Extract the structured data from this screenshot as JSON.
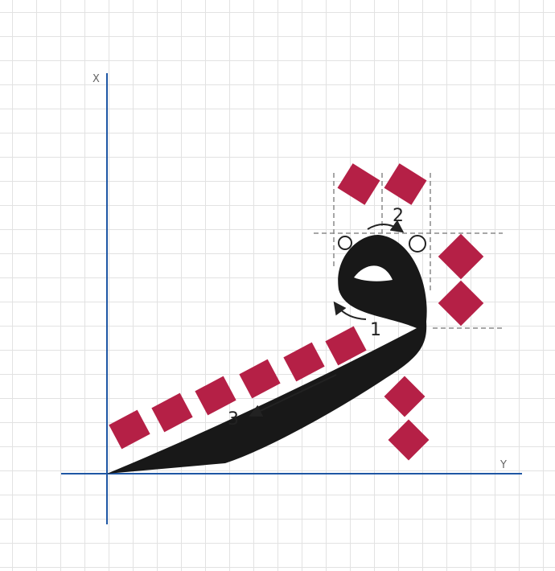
{
  "axes": {
    "vertical_label": "X",
    "horizontal_label": "Y"
  },
  "steps": [
    "1",
    "2",
    "3"
  ],
  "colors": {
    "axis": "#1f57a4",
    "dot": "#b52046",
    "stroke": "#181818",
    "guide": "#8a8a8a"
  }
}
